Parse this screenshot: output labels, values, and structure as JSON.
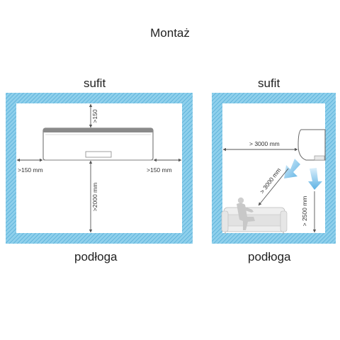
{
  "title": "Montaż",
  "panels": [
    {
      "ceiling_label": "sufit",
      "floor_label": "podłoga",
      "dims": {
        "top": ">150",
        "left": ">150 mm",
        "right": ">150 mm",
        "down": ">2000 mm"
      }
    },
    {
      "ceiling_label": "sufit",
      "floor_label": "podłoga",
      "dims": {
        "horizontal": "> 3000 mm",
        "diagonal": "> 3000 mm",
        "vertical": "> 2500 mm"
      }
    }
  ],
  "colors": {
    "wall": "#7ac7e6",
    "wall_dark": "#4fa9d4",
    "dim_line": "#555555",
    "airflow": "#5fb4e6"
  }
}
